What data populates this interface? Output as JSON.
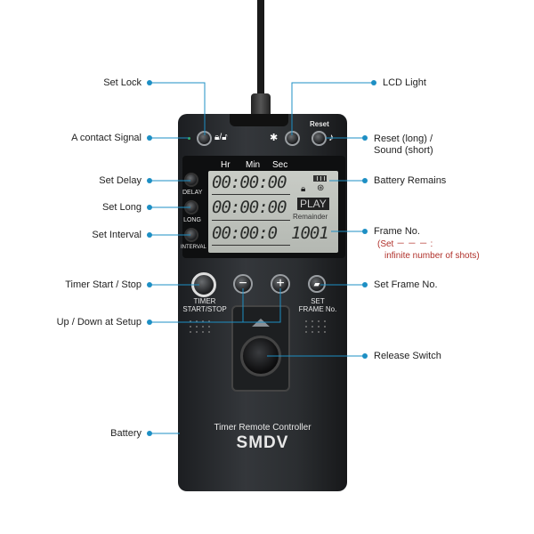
{
  "left_labels": {
    "set_lock": "Set Lock",
    "contact_signal": "A contact Signal",
    "set_delay": "Set Delay",
    "set_long": "Set Long",
    "set_interval": "Set Interval",
    "timer_start_stop": "Timer Start / Stop",
    "up_down": "Up / Down at Setup",
    "battery": "Battery"
  },
  "right_labels": {
    "lcd_light": "LCD Light",
    "reset_line1": "Reset (long) /",
    "reset_line2": "Sound (short)",
    "battery_remains": "Battery Remains",
    "frame_no": "Frame No.",
    "frame_note1": "(Set － － －  :",
    "frame_note2": "infinite number of shots)",
    "set_frame_no": "Set Frame No.",
    "release_switch": "Release Switch"
  },
  "device": {
    "reset": "Reset",
    "hr": "Hr",
    "min": "Min",
    "sec": "Sec",
    "row1": "00:00:00",
    "row2": "00:00:00",
    "row3": "00:00:0",
    "frame_count": "1001",
    "play": "PLAY",
    "remainder": "Remainder",
    "delay": "DELAY",
    "long": "LONG",
    "interval": "INTERVAL",
    "timer_line1": "TIMER",
    "timer_line2": "START/STOP",
    "set_line1": "SET",
    "set_line2": "FRAME No.",
    "product_name": "Timer Remote Controller",
    "brand": "SMDV"
  },
  "colors": {
    "accent": "#1d8fc4",
    "note": "#b0302a"
  }
}
